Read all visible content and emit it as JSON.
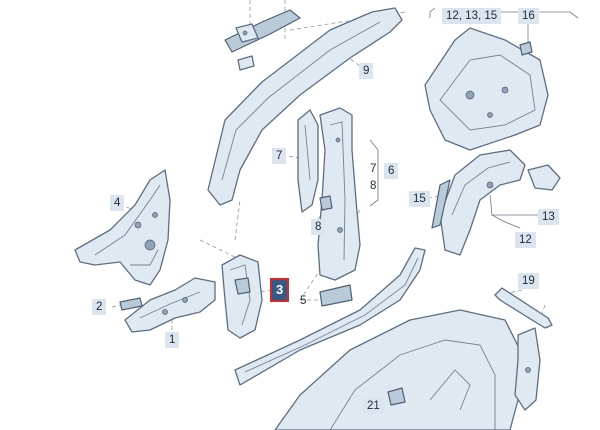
{
  "callouts": {
    "c1": "1",
    "c2": "2",
    "c3": "3",
    "c4": "4",
    "c5": "5",
    "c6": "6",
    "c7a": "7",
    "c7b": "7",
    "c8a": "8",
    "c8b": "8",
    "c9": "9",
    "c12a": "12, 13, 15",
    "c12b": "12",
    "c13": "13",
    "c15": "15",
    "c16": "16",
    "c19": "19",
    "c21": "21"
  },
  "selected_callout": "3",
  "colors": {
    "part_fill": "#dfe9f1",
    "part_stroke": "#5c6f82",
    "tag_bg": "#dbe5ef",
    "selected_bg": "#355a86",
    "selected_border": "#d62a2a"
  }
}
